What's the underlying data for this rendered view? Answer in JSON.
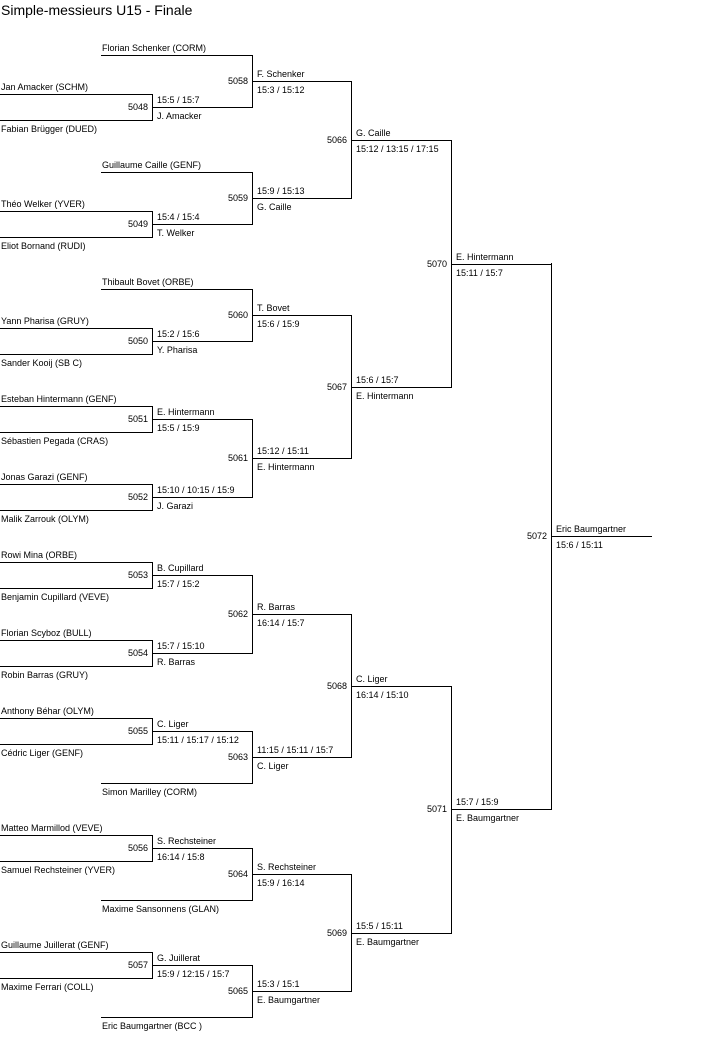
{
  "title": "Simple-messieurs U15 - Finale",
  "players": [
    "Florian Schenker (CORM)",
    "Jan Amacker (SCHM)",
    "Fabian Brügger (DUED)",
    "Guillaume Caille (GENF)",
    "Théo Welker (YVER)",
    "Eliot Bornand (RUDI)",
    "Thibault Bovet (ORBE)",
    "Yann Pharisa (GRUY)",
    "Sander Kooij (SB C)",
    "Esteban Hintermann (GENF)",
    "Sébastien Pegada (CRAS)",
    "Jonas Garazi (GENF)",
    "Malik Zarrouk (OLYM)",
    "Rowi Mina (ORBE)",
    "Benjamin Cupillard (VEVE)",
    "Florian Scyboz (BULL)",
    "Robin Barras (GRUY)",
    "Anthony Béhar (OLYM)",
    "Cédric Liger (GENF)",
    "Simon Marilley (CORM)",
    "Matteo Marmillod (VEVE)",
    "Samuel Rechsteiner (YVER)",
    "Maxime Sansonnens (GLAN)",
    "Guillaume Juillerat (GENF)",
    "Maxime Ferrari (COLL)",
    "Eric Baumgartner (BCC )"
  ],
  "matches": [
    {
      "id": "5048",
      "winner": "J. Amacker",
      "score": "15:5 / 15:7"
    },
    {
      "id": "5049",
      "winner": "T. Welker",
      "score": "15:4 / 15:4"
    },
    {
      "id": "5050",
      "winner": "Y. Pharisa",
      "score": "15:2 / 15:6"
    },
    {
      "id": "5051",
      "winner": "E. Hintermann",
      "score": "15:5 / 15:9"
    },
    {
      "id": "5052",
      "winner": "J. Garazi",
      "score": "15:10 / 10:15 / 15:9"
    },
    {
      "id": "5053",
      "winner": "B. Cupillard",
      "score": "15:7 / 15:2"
    },
    {
      "id": "5054",
      "winner": "R. Barras",
      "score": "15:7 / 15:10"
    },
    {
      "id": "5055",
      "winner": "C. Liger",
      "score": "15:11 / 15:17 / 15:12"
    },
    {
      "id": "5056",
      "winner": "S. Rechsteiner",
      "score": "16:14 / 15:8"
    },
    {
      "id": "5057",
      "winner": "G. Juillerat",
      "score": "15:9 / 12:15 / 15:7"
    },
    {
      "id": "5058",
      "winner": "F. Schenker",
      "score": "15:3 / 15:12"
    },
    {
      "id": "5059",
      "winner": "G. Caille",
      "score": "15:9 / 15:13"
    },
    {
      "id": "5060",
      "winner": "T. Bovet",
      "score": "15:6 / 15:9"
    },
    {
      "id": "5061",
      "winner": "E. Hintermann",
      "score": "15:12 / 15:11"
    },
    {
      "id": "5062",
      "winner": "R. Barras",
      "score": "16:14 / 15:7"
    },
    {
      "id": "5063",
      "winner": "C. Liger",
      "score": "11:15 / 15:11 / 15:7"
    },
    {
      "id": "5064",
      "winner": "S. Rechsteiner",
      "score": "15:9 / 16:14"
    },
    {
      "id": "5065",
      "winner": "E. Baumgartner",
      "score": "15:3 / 15:1"
    },
    {
      "id": "5066",
      "winner": "G. Caille",
      "score": "15:12 / 13:15 / 17:15"
    },
    {
      "id": "5067",
      "winner": "E. Hintermann",
      "score": "15:6 / 15:7"
    },
    {
      "id": "5068",
      "winner": "C. Liger",
      "score": "16:14 / 15:10"
    },
    {
      "id": "5069",
      "winner": "E. Baumgartner",
      "score": "15:5 / 15:11"
    },
    {
      "id": "5070",
      "winner": "E. Hintermann",
      "score": "15:11 / 15:7"
    },
    {
      "id": "5071",
      "winner": "E. Baumgartner",
      "score": "15:7 / 15:9"
    },
    {
      "id": "5072",
      "winner": "Eric Baumgartner",
      "score": "15:6 / 15:11"
    }
  ]
}
